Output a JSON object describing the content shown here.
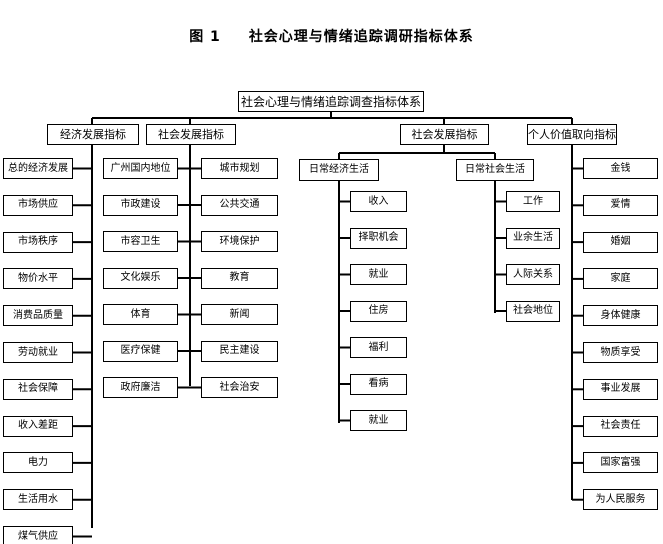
{
  "figure": {
    "number": "图 1",
    "title": "社会心理与情绪追踪调研指标体系"
  },
  "root": "社会心理与情绪追踪调查指标体系",
  "level1": {
    "economy": "经济发展指标",
    "social_a": "社会发展指标",
    "social_b": "社会发展指标",
    "values": "个人价值取向指标"
  },
  "economy_items": [
    "总的经济发展",
    "市场供应",
    "市场秩序",
    "物价水平",
    "消费品质量",
    "劳动就业",
    "社会保障",
    "收入差距",
    "电力",
    "生活用水",
    "煤气供应"
  ],
  "social_col1": [
    "广州国内地位",
    "市政建设",
    "市容卫生",
    "文化娱乐",
    "体育",
    "医疗保健",
    "政府廉洁"
  ],
  "social_col2": [
    "城市规划",
    "公共交通",
    "环境保护",
    "教育",
    "新闻",
    "民主建设",
    "社会治安"
  ],
  "daily_econ": {
    "label": "日常经济生活",
    "items": [
      "收入",
      "择职机会",
      "就业",
      "住房",
      "福利",
      "看病",
      "就业"
    ]
  },
  "daily_social": {
    "label": "日常社会生活",
    "items": [
      "工作",
      "业余生活",
      "人际关系",
      "社会地位"
    ]
  },
  "values_items": [
    "金钱",
    "爱情",
    "婚姻",
    "家庭",
    "身体健康",
    "物质享受",
    "事业发展",
    "社会责任",
    "国家富强",
    "为人民服务"
  ]
}
